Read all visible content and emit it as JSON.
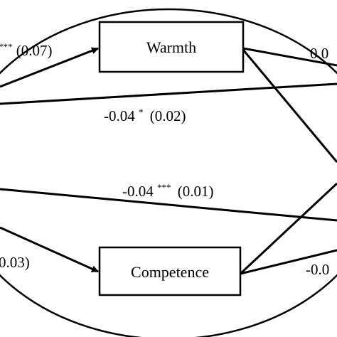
{
  "nodes": {
    "warmth": {
      "label": "Warmth"
    },
    "competence": {
      "label": "Competence"
    }
  },
  "coefficients": {
    "to_warmth": {
      "value": "",
      "stars": "***",
      "se": "(0.07)"
    },
    "top_right": {
      "value": "0.0",
      "stars": "",
      "se": ""
    },
    "direct_upper": {
      "value": "-0.04",
      "stars": "*",
      "se": "(0.02)"
    },
    "direct_middle": {
      "value": "-0.04",
      "stars": "***",
      "se": "(0.01)"
    },
    "to_competence": {
      "value": "",
      "stars": "",
      "se": "0.03)"
    },
    "bottom_right": {
      "value": "-0.0",
      "stars": "",
      "se": ""
    }
  },
  "colors": {
    "line": "#000000",
    "background": "#ffffff"
  }
}
